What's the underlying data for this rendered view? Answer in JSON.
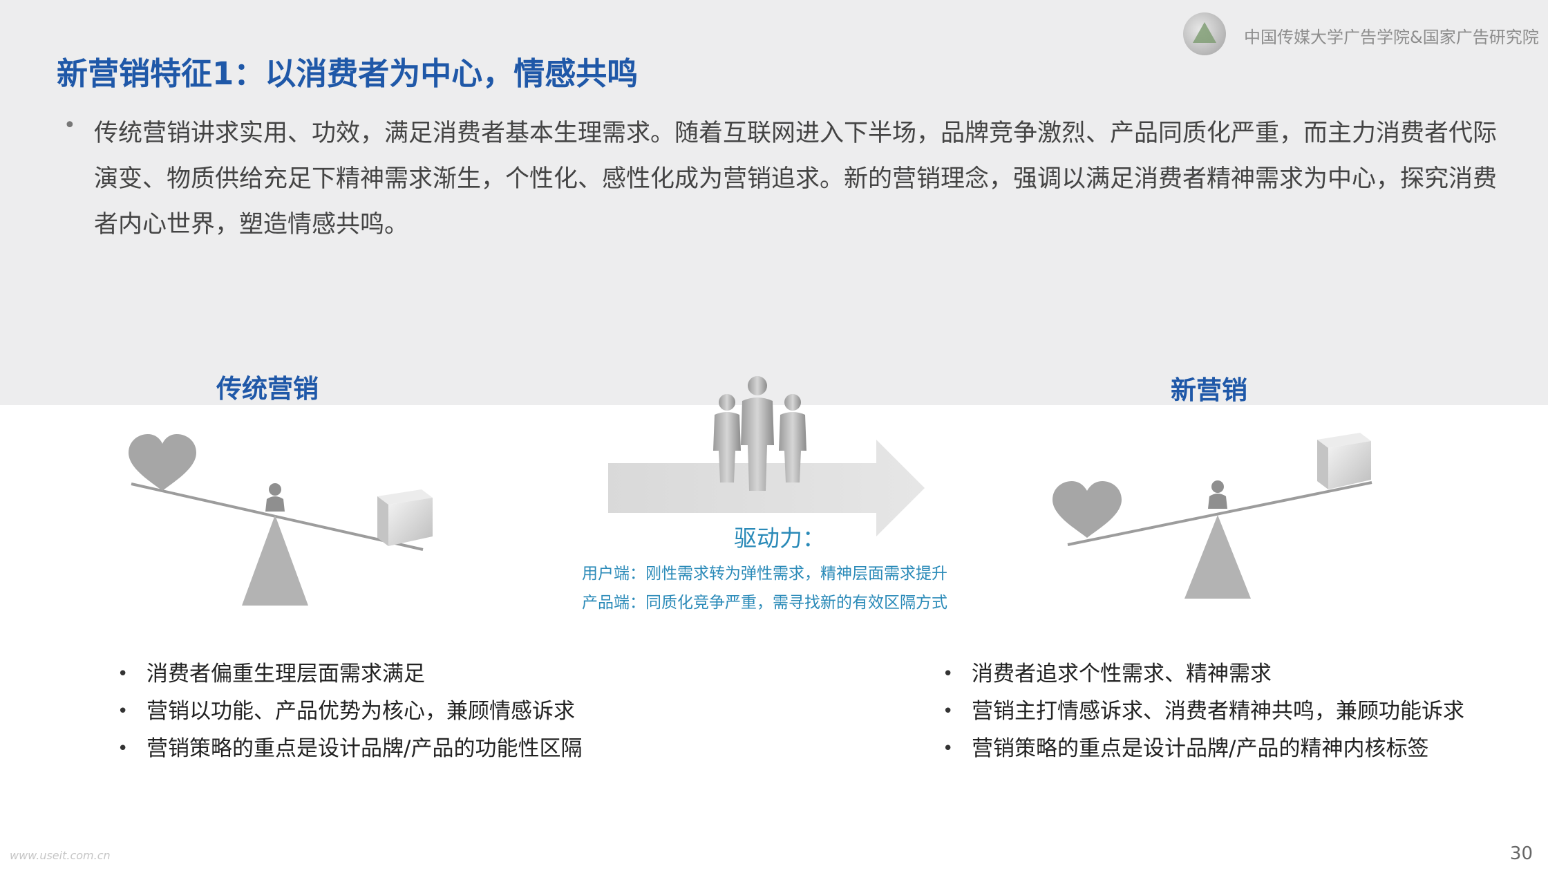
{
  "header": {
    "org": "中国传媒大学广告学院&国家广告研究院",
    "title": "新营销特征1：以消费者为中心，情感共鸣"
  },
  "intro": {
    "bullet": "•",
    "text": "传统营销讲求实用、功效，满足消费者基本生理需求。随着互联网进入下半场，品牌竞争激烈、产品同质化严重，而主力消费者代际演变、物质供给充足下精神需求渐生，个性化、感性化成为营销追求。新的营销理念，强调以满足消费者精神需求为中心，探究消费者内心世界，塑造情感共鸣。"
  },
  "traditional": {
    "label": "传统营销",
    "points": [
      "消费者偏重生理层面需求满足",
      "营销以功能、产品优势为核心，兼顾情感诉求",
      "营销策略的重点是设计品牌/产品的功能性区隔"
    ]
  },
  "new": {
    "label": "新营销",
    "points": [
      "消费者追求个性需求、精神需求",
      "营销主打情感诉求、消费者精神共鸣，兼顾功能诉求",
      "营销策略的重点是设计品牌/产品的精神内核标签"
    ]
  },
  "driver": {
    "label": "驱动力：",
    "user_side": "用户端：刚性需求转为弹性需求，精神层面需求提升",
    "product_side": "产品端：同质化竞争严重，需寻找新的有效区隔方式"
  },
  "footer": {
    "watermark": "www.useit.com.cn",
    "page_number": "30"
  },
  "icons": [
    "heart-icon",
    "person-icon",
    "cube-icon",
    "arrow-icon",
    "people-group-icon",
    "seal-logo-icon"
  ],
  "colors": {
    "title_blue": "#1f58a8",
    "driver_blue": "#2a8ab8",
    "band_gray": "#ededee"
  }
}
